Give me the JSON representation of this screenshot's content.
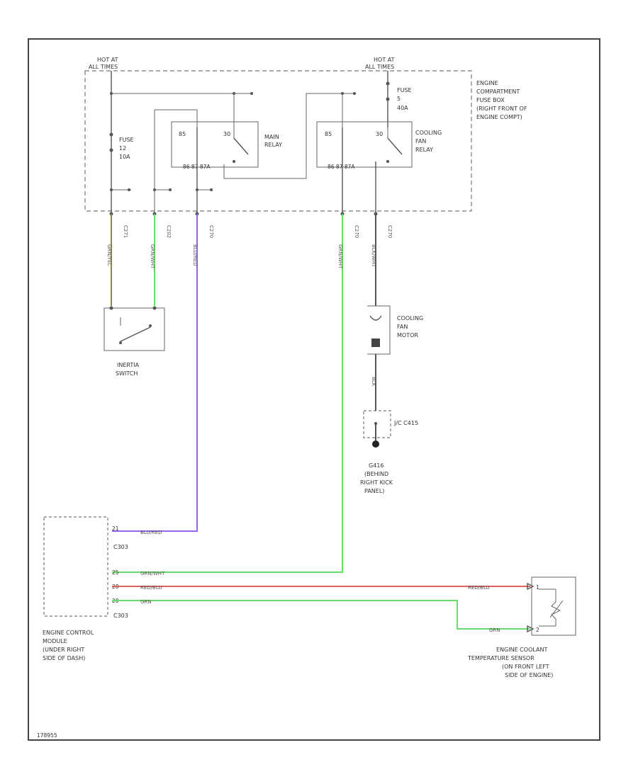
{
  "power_labels": {
    "left": [
      "HOT AT",
      "ALL TIMES"
    ],
    "right": [
      "HOT AT",
      "ALL TIMES"
    ]
  },
  "fuse_box_label": [
    "ENGINE",
    "COMPARTMENT",
    "FUSE BOX",
    "(RIGHT FRONT OF",
    "ENGINE COMPT)"
  ],
  "fuse_left": [
    "FUSE",
    "12",
    "10A"
  ],
  "fuse_right": [
    "FUSE",
    "5",
    "40A"
  ],
  "relay_main": {
    "label": [
      "MAIN",
      "RELAY"
    ],
    "pin_left_top": "85",
    "pin_right_top": "30",
    "pin_bottom": "86  87  87A"
  },
  "relay_fan": {
    "label": [
      "COOLING",
      "FAN",
      "RELAY"
    ],
    "pin_left_top": "85",
    "pin_right_top": "30",
    "pin_bottom": "86  87  87A"
  },
  "connectors": [
    "C271",
    "C202",
    "C270",
    "C270",
    "C270"
  ],
  "wire_colors_vertical": [
    "GRN/YEL",
    "GRN/WHT",
    "BLU/RED",
    "GRN/WHT",
    "BLK/WHT"
  ],
  "inertia_switch": [
    "INERTIA",
    "SWITCH"
  ],
  "fan_motor": [
    "COOLING",
    "FAN",
    "MOTOR"
  ],
  "fan_wire": "BLK",
  "jc_label": "J/C C415",
  "ground_label": [
    "G416",
    "(BEHIND",
    "RIGHT KICK",
    "PANEL)"
  ],
  "ecm": {
    "label": [
      "ENGINE CONTROL",
      "MODULE",
      "(UNDER RIGHT",
      "SIDE OF DASH)"
    ],
    "conn_top": "C303",
    "conn_bottom": "C303",
    "pins": [
      "21",
      "25",
      "28",
      "20"
    ]
  },
  "ecm_wires": [
    {
      "name": "BLU/RED",
      "color": "#9966ee"
    },
    {
      "name": "GRN/WHT",
      "color": "#66dd66"
    },
    {
      "name": "RED/BLU",
      "color": "#e06060"
    },
    {
      "name": "GRN",
      "color": "#66dd66"
    }
  ],
  "sensor_wire_labels": [
    "RED/BLU",
    "GRN"
  ],
  "sensor_pins": [
    "1",
    "2"
  ],
  "sensor_label": [
    "ENGINE COOLANT",
    "TEMPERATURE SENSOR",
    "(ON FRONT LEFT",
    "SIDE OF ENGINE)"
  ],
  "figure_id": "178955"
}
